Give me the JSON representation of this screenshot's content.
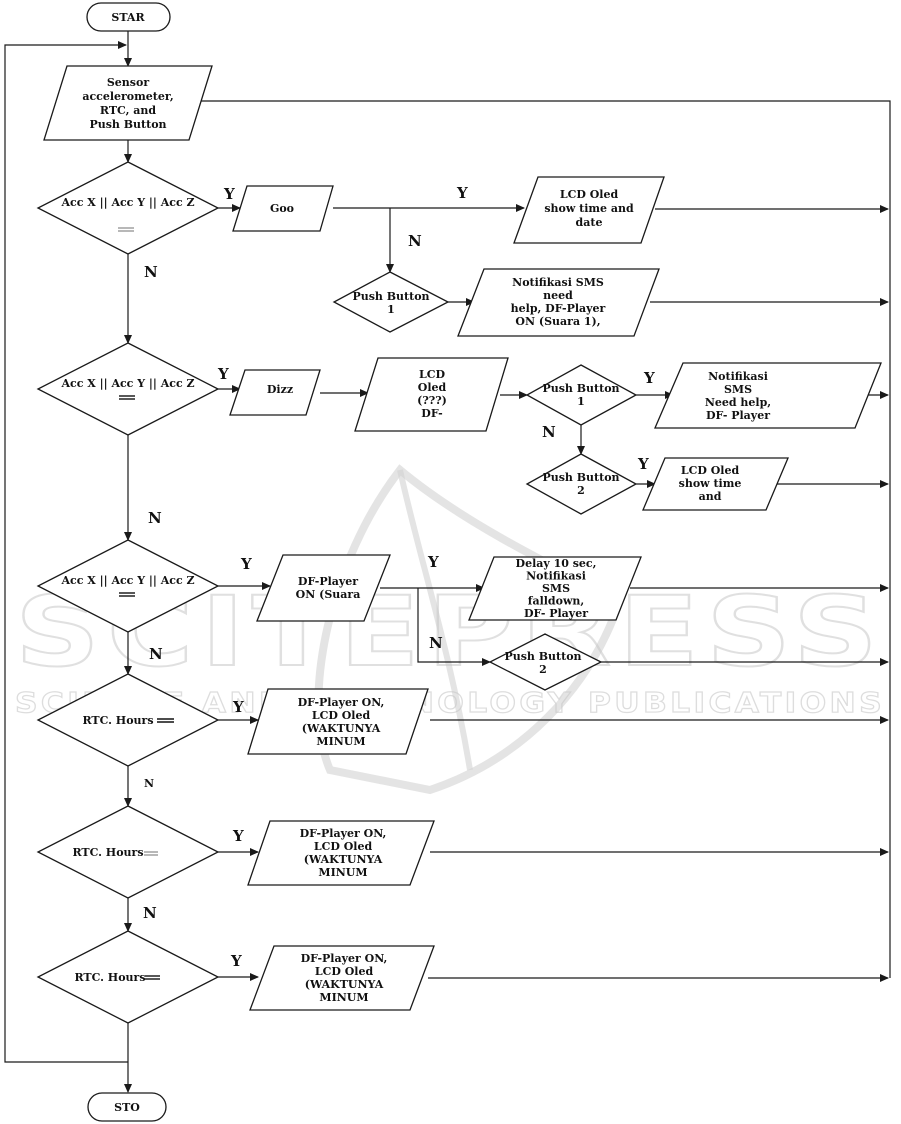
{
  "watermark": {
    "big": "SCITEPRESS",
    "small": "SCIENCE AND TECHNOLOGY PUBLICATIONS"
  },
  "labels": {
    "start": "STAR",
    "stop": "STO",
    "yes": "Y",
    "no": "N",
    "input_sensor": [
      "Sensor",
      "accelerometer,",
      "RTC, and",
      "Push  Button"
    ],
    "dec_acc1": [
      "Acc X  || Acc Y ||  Acc Z"
    ],
    "dec_acc2": [
      "Acc X || Acc Y || Acc Z"
    ],
    "dec_acc3": [
      "Acc X || Acc Y || Acc Z"
    ],
    "dec_rtc1": [
      "RTC. Hours"
    ],
    "dec_rtc2": [
      "RTC. Hours"
    ],
    "dec_rtc3": [
      "RTC. Hours"
    ],
    "goo": [
      "Goo"
    ],
    "lcd_time1": [
      "LCD Oled",
      "show time and",
      "date"
    ],
    "push1_a": [
      "Push Button",
      "1"
    ],
    "sms1": [
      "Notifikasi  SMS",
      "need",
      "help,  DF-Player",
      "ON  (Suara 1),"
    ],
    "dizz": [
      "Dizz"
    ],
    "lcd_dizz": [
      "LCD",
      "Oled",
      "(???)",
      "DF-"
    ],
    "push1_b": [
      "Push Button",
      "1"
    ],
    "sms2": [
      "Notifikasi",
      "SMS",
      "Need  help,",
      "DF-  Player"
    ],
    "push2_a": [
      "Push Button",
      "2"
    ],
    "lcd_time2": [
      "LCD Oled",
      "show time",
      "and"
    ],
    "dfplayer": [
      "DF-Player",
      "ON (Suara"
    ],
    "delay": [
      "Delay 10 sec,",
      "Notifikasi",
      "SMS",
      "falldown,",
      "DF-  Player"
    ],
    "push2_b": [
      "Push Button",
      "2"
    ],
    "minum1": [
      "DF-Player  ON,",
      "LCD Oled",
      "(WAKTUNYA",
      "MINUM"
    ],
    "minum2": [
      "DF-Player  ON,",
      "LCD Oled",
      "(WAKTUNYA",
      "MINUM"
    ],
    "minum3": [
      "DF-Player ON,",
      "LCD Oled",
      "(WAKTUNYA",
      "MINUM"
    ]
  }
}
